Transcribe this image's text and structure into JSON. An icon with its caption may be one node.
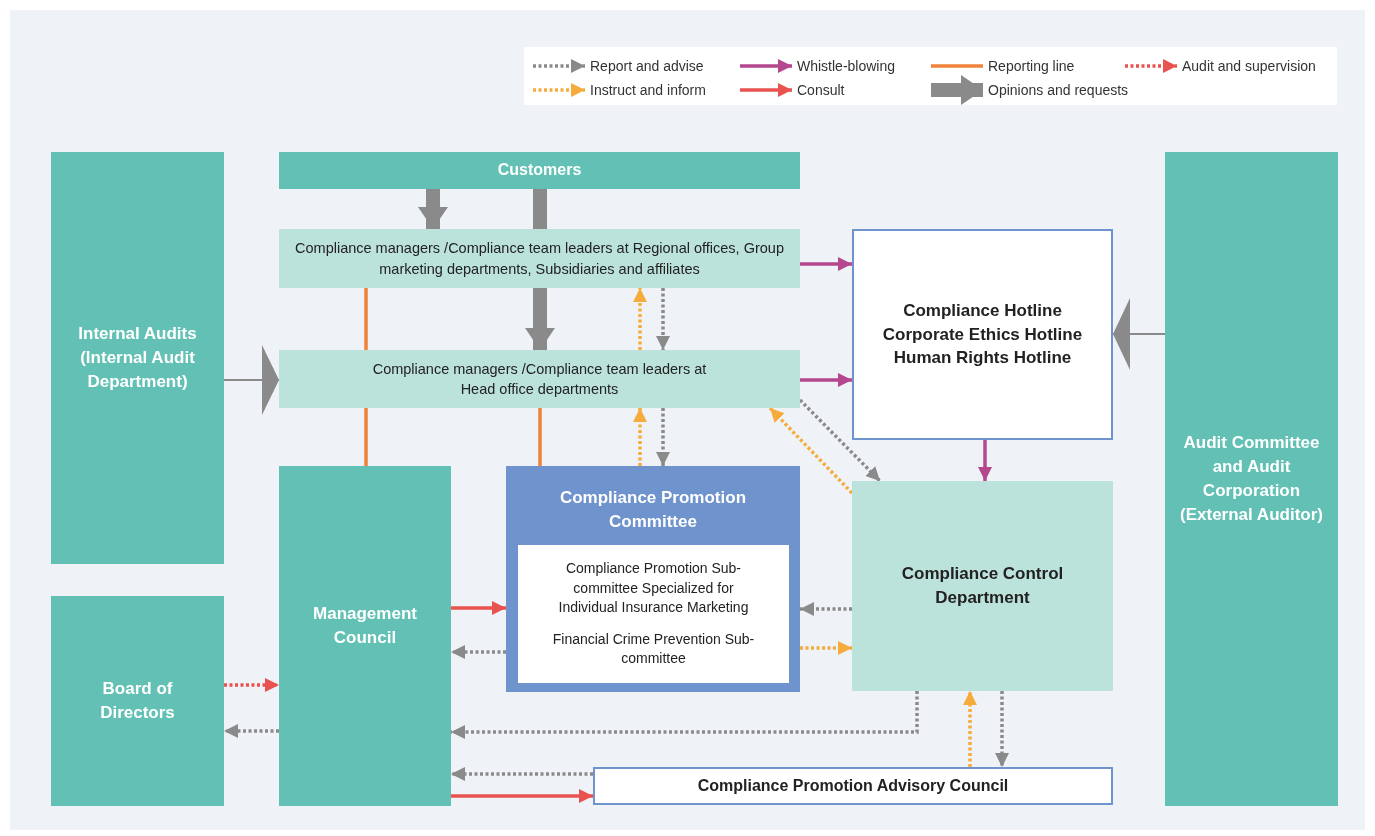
{
  "diagram": {
    "nodes": [
      {
        "text": [
          "Customers"
        ]
      },
      {
        "text": [
          "Compliance managers /Compliance team leaders at Regional offices, Group marketing departments, Subsidiaries and affiliates"
        ]
      },
      {
        "text": [
          "Compliance managers /Compliance team leaders at Head office departments"
        ]
      },
      {
        "text": [
          "Compliance Hotline",
          "Corporate Ethics Hotline",
          "Human Rights Hotline"
        ]
      },
      {
        "text": [
          "Internal Audits (Internal Audit Department)"
        ]
      },
      {
        "text": [
          "Audit Committee and Audit Corporation (External Auditor)"
        ]
      },
      {
        "text": [
          "Management Council"
        ]
      },
      {
        "text": [
          "Compliance Promotion Committee"
        ]
      },
      {
        "text": [
          "Compliance Promotion Sub-committee Specialized for Individual Insurance Marketing",
          "Financial Crime Prevention Sub-committee"
        ],
        "in": 7
      },
      {
        "text": [
          "Compliance Control Department"
        ]
      },
      {
        "text": [
          "Board of Directors"
        ]
      },
      {
        "text": [
          "Compliance Promotion Advisory Council"
        ]
      }
    ],
    "edges": [
      {
        "from": 0,
        "to": 1,
        "arrow": "to",
        "style": "thick"
      },
      {
        "from": 0,
        "to": 1,
        "arrow": "none",
        "style": "thick"
      },
      {
        "from": 1,
        "to": 2,
        "arrow": "to",
        "style": "thick"
      },
      {
        "from": 1,
        "to": 3,
        "arrow": "to",
        "color": "#b5478f"
      },
      {
        "from": 2,
        "to": 3,
        "arrow": "to",
        "color": "#b5478f"
      },
      {
        "from": 3,
        "to": 9,
        "arrow": "to",
        "color": "#b5478f"
      },
      {
        "from": 1,
        "to": 2,
        "arrow": "none",
        "color": "#f0823a"
      },
      {
        "from": 2,
        "to": 6,
        "arrow": "none",
        "color": "#f0823a"
      },
      {
        "from": 2,
        "to": 7,
        "arrow": "none",
        "color": "#f0823a"
      },
      {
        "from": 2,
        "to": 1,
        "arrow": "to",
        "style": "dashed",
        "color": "#f5ac3c"
      },
      {
        "from": 1,
        "to": 2,
        "arrow": "to",
        "style": "dashed"
      },
      {
        "from": 7,
        "to": 2,
        "arrow": "to",
        "style": "dashed",
        "color": "#f5ac3c"
      },
      {
        "from": 2,
        "to": 7,
        "arrow": "to",
        "style": "dashed"
      },
      {
        "from": 2,
        "to": 9,
        "arrow": "to",
        "style": "dashed"
      },
      {
        "from": 9,
        "to": 2,
        "arrow": "to",
        "style": "dashed",
        "color": "#f5ac3c"
      },
      {
        "from": 9,
        "to": 7,
        "arrow": "to",
        "style": "dashed"
      },
      {
        "from": 7,
        "to": 9,
        "arrow": "to",
        "style": "dashed",
        "color": "#f5ac3c"
      },
      {
        "from": 6,
        "to": 7,
        "arrow": "to",
        "color": "#e9534f"
      },
      {
        "from": 7,
        "to": 6,
        "arrow": "to",
        "style": "dashed"
      },
      {
        "from": 10,
        "to": 6,
        "arrow": "to",
        "style": "dashed",
        "color": "#e9534f"
      },
      {
        "from": 6,
        "to": 10,
        "arrow": "to",
        "style": "dashed"
      },
      {
        "from": 9,
        "to": 6,
        "arrow": "to",
        "style": "dashed"
      },
      {
        "from": 9,
        "to": 11,
        "arrow": "to",
        "style": "dashed"
      },
      {
        "from": 11,
        "to": 9,
        "arrow": "to",
        "style": "dashed",
        "color": "#f5ac3c"
      },
      {
        "from": 11,
        "to": 6,
        "arrow": "to",
        "style": "dashed"
      },
      {
        "from": 6,
        "to": 11,
        "arrow": "to",
        "color": "#e9534f"
      },
      {
        "from": 4,
        "to": 2,
        "arrow": "to"
      },
      {
        "from": 5,
        "to": 3,
        "arrow": "to"
      }
    ],
    "legend": [
      {
        "text": "Report and advise"
      },
      {
        "text": "Whistle-blowing"
      },
      {
        "text": "Reporting line"
      },
      {
        "text": "Audit and supervision"
      },
      {
        "text": "Instruct and inform"
      },
      {
        "text": "Consult"
      },
      {
        "text": "Opinions and requests"
      }
    ]
  }
}
